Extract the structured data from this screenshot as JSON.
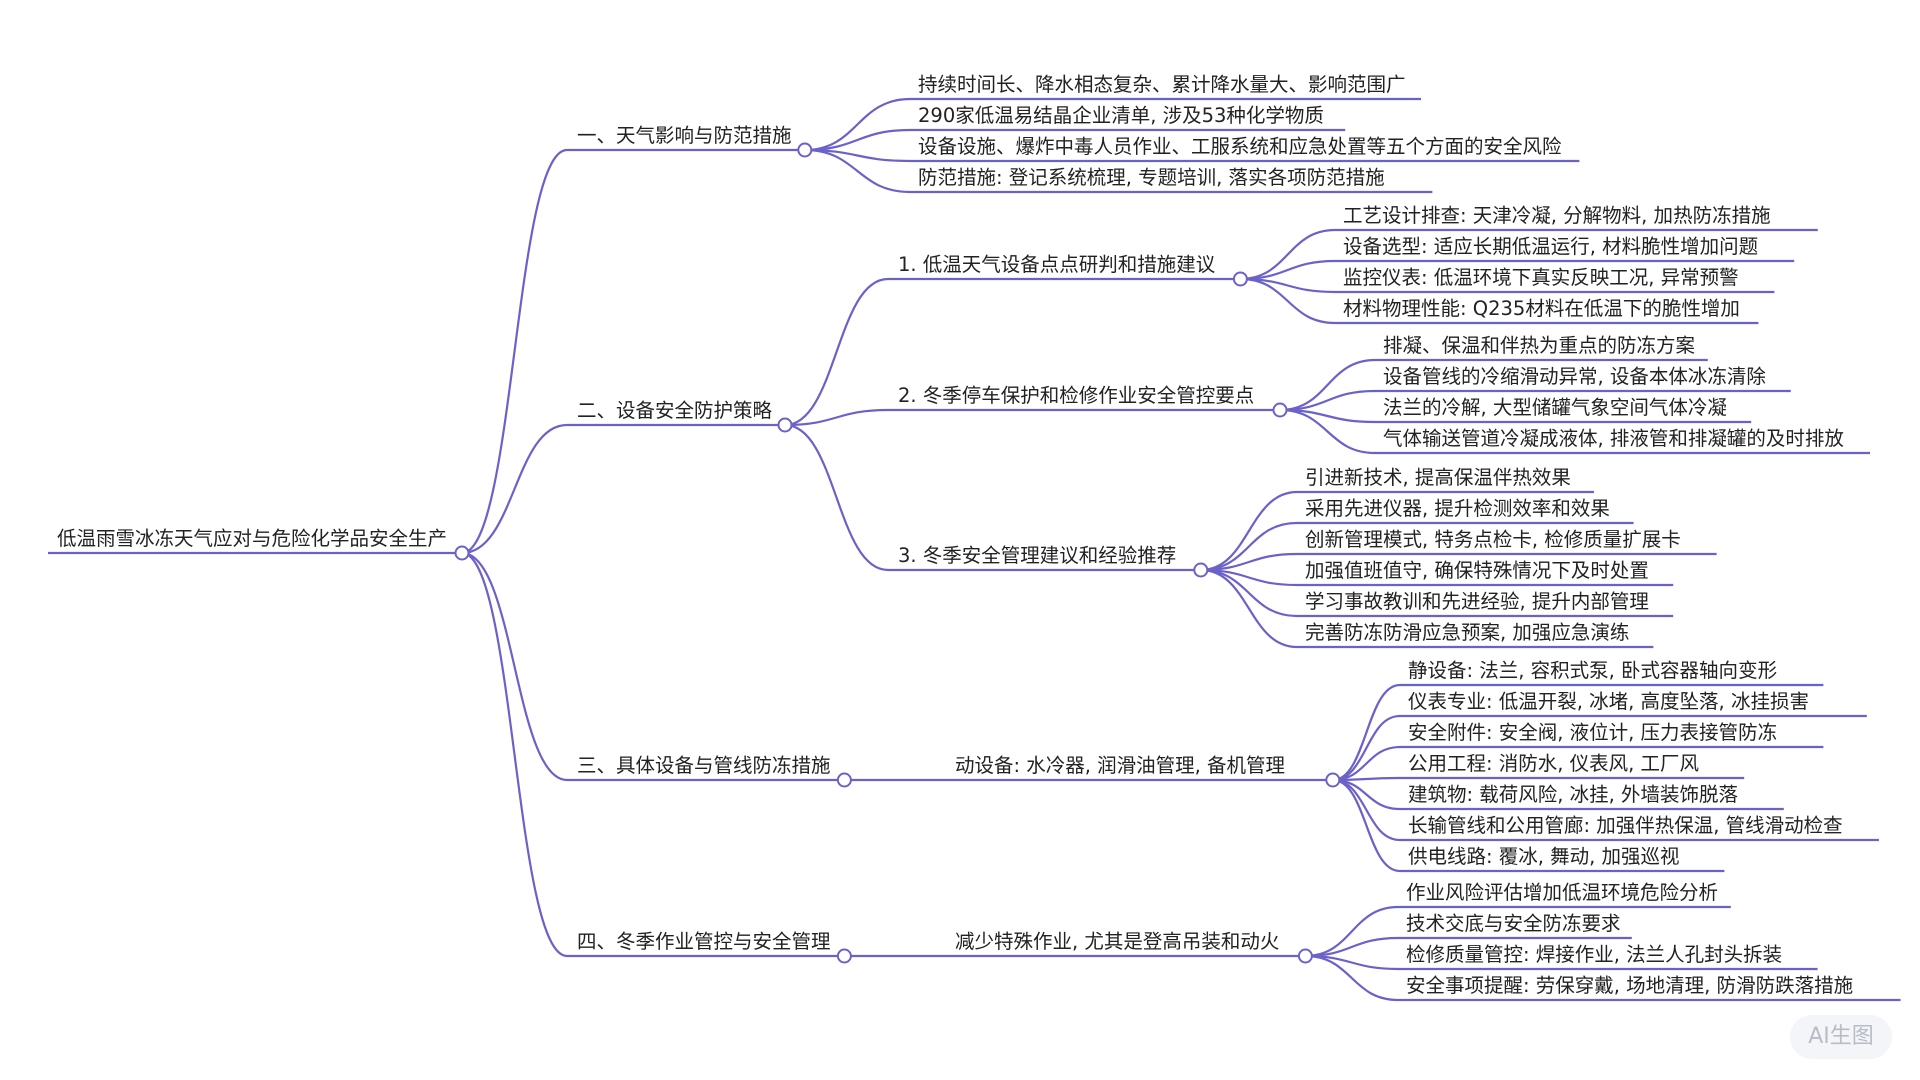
{
  "root": "低温雨雪冰冻天气应对与危险化学品安全生产",
  "branches": [
    {
      "label": "一、天气影响与防范措施",
      "leaves": [
        "持续时间长、降水相态复杂、累计降水量大、影响范围广",
        "290家低温易结晶企业清单, 涉及53种化学物质",
        "设备设施、爆炸中毒人员作业、工服系统和应急处置等五个方面的安全风险",
        "防范措施: 登记系统梳理, 专题培训, 落实各项防范措施"
      ]
    },
    {
      "label": "二、设备安全防护策略",
      "subs": [
        {
          "label": "1. 低温天气设备点点研判和措施建议",
          "leaves": [
            "工艺设计排查: 天津冷凝, 分解物料, 加热防冻措施",
            "设备选型: 适应长期低温运行, 材料脆性增加问题",
            "监控仪表: 低温环境下真实反映工况, 异常预警",
            "材料物理性能: Q235材料在低温下的脆性增加"
          ]
        },
        {
          "label": "2. 冬季停车保护和检修作业安全管控要点",
          "leaves": [
            "排凝、保温和伴热为重点的防冻方案",
            "设备管线的冷缩滑动异常, 设备本体冰冻清除",
            "法兰的冷解, 大型储罐气象空间气体冷凝",
            "气体输送管道冷凝成液体, 排液管和排凝罐的及时排放"
          ]
        },
        {
          "label": "3. 冬季安全管理建议和经验推荐",
          "leaves": [
            "引进新技术, 提高保温伴热效果",
            "采用先进仪器, 提升检测效率和效果",
            "创新管理模式, 特务点检卡, 检修质量扩展卡",
            "加强值班值守, 确保特殊情况下及时处置",
            "学习事故教训和先进经验, 提升内部管理",
            "完善防冻防滑应急预案, 加强应急演练"
          ]
        }
      ]
    },
    {
      "label": "三、具体设备与管线防冻措施",
      "subs": [
        {
          "label": "动设备: 水冷器, 润滑油管理, 备机管理",
          "leaves": [
            "静设备: 法兰, 容积式泵, 卧式容器轴向变形",
            "仪表专业: 低温开裂, 冰堵, 高度坠落, 冰挂损害",
            "安全附件: 安全阀, 液位计, 压力表接管防冻",
            "公用工程: 消防水, 仪表风, 工厂风",
            "建筑物: 载荷风险, 冰挂, 外墙装饰脱落",
            "长输管线和公用管廊: 加强伴热保温, 管线滑动检查",
            "供电线路: 覆冰, 舞动, 加强巡视"
          ]
        }
      ]
    },
    {
      "label": "四、冬季作业管控与安全管理",
      "subs": [
        {
          "label": "减少特殊作业, 尤其是登高吊装和动火",
          "leaves": [
            "作业风险评估增加低温环境危险分析",
            "技术交底与安全防冻要求",
            "检修质量管控: 焊接作业, 法兰人孔封头拆装",
            "安全事项提醒: 劳保穿戴, 场地清理, 防滑防跌落措施"
          ]
        }
      ]
    }
  ],
  "badge": "AI生图",
  "colors": {
    "edge": "#6b62c9",
    "text": "#222222",
    "badge_bg": "#f4f5f8",
    "badge_text": "#b9bcc6"
  }
}
